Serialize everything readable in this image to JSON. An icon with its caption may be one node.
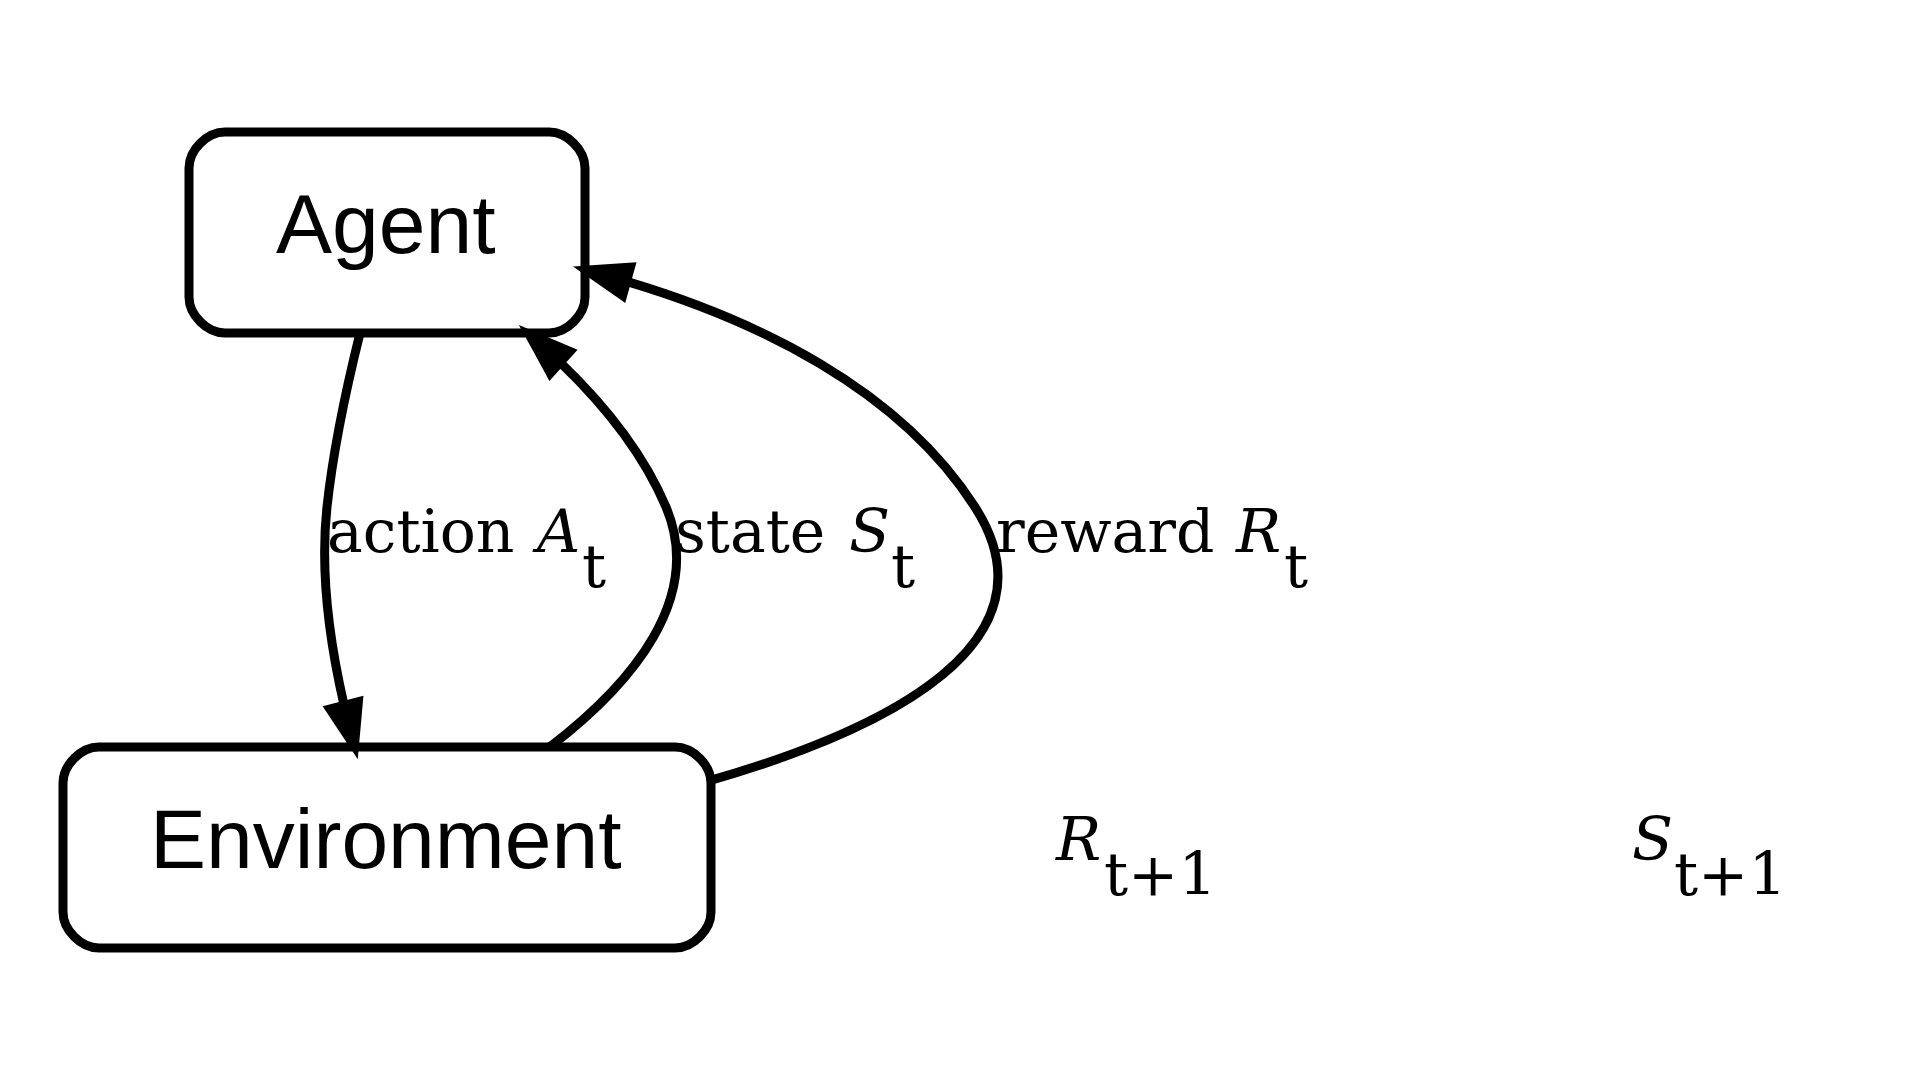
{
  "diagram": {
    "nodes": [
      {
        "text": [
          "Agent"
        ]
      },
      {
        "text": [
          "Environment"
        ]
      }
    ],
    "edges": [
      {
        "from": 1,
        "to": 0,
        "arrow": "to",
        "label": "state *S*$_{t}$"
      },
      {
        "from": 1,
        "to": 0,
        "arrow": "to",
        "label": "reward *R*$_{t}$"
      },
      {
        "from": 0,
        "to": 1,
        "arrow": "to",
        "label": "action *A*$_{t}$"
      }
    ],
    "labels": [
      "*R*$_{t+1}$",
      "*S*$_{t+1}$"
    ]
  }
}
